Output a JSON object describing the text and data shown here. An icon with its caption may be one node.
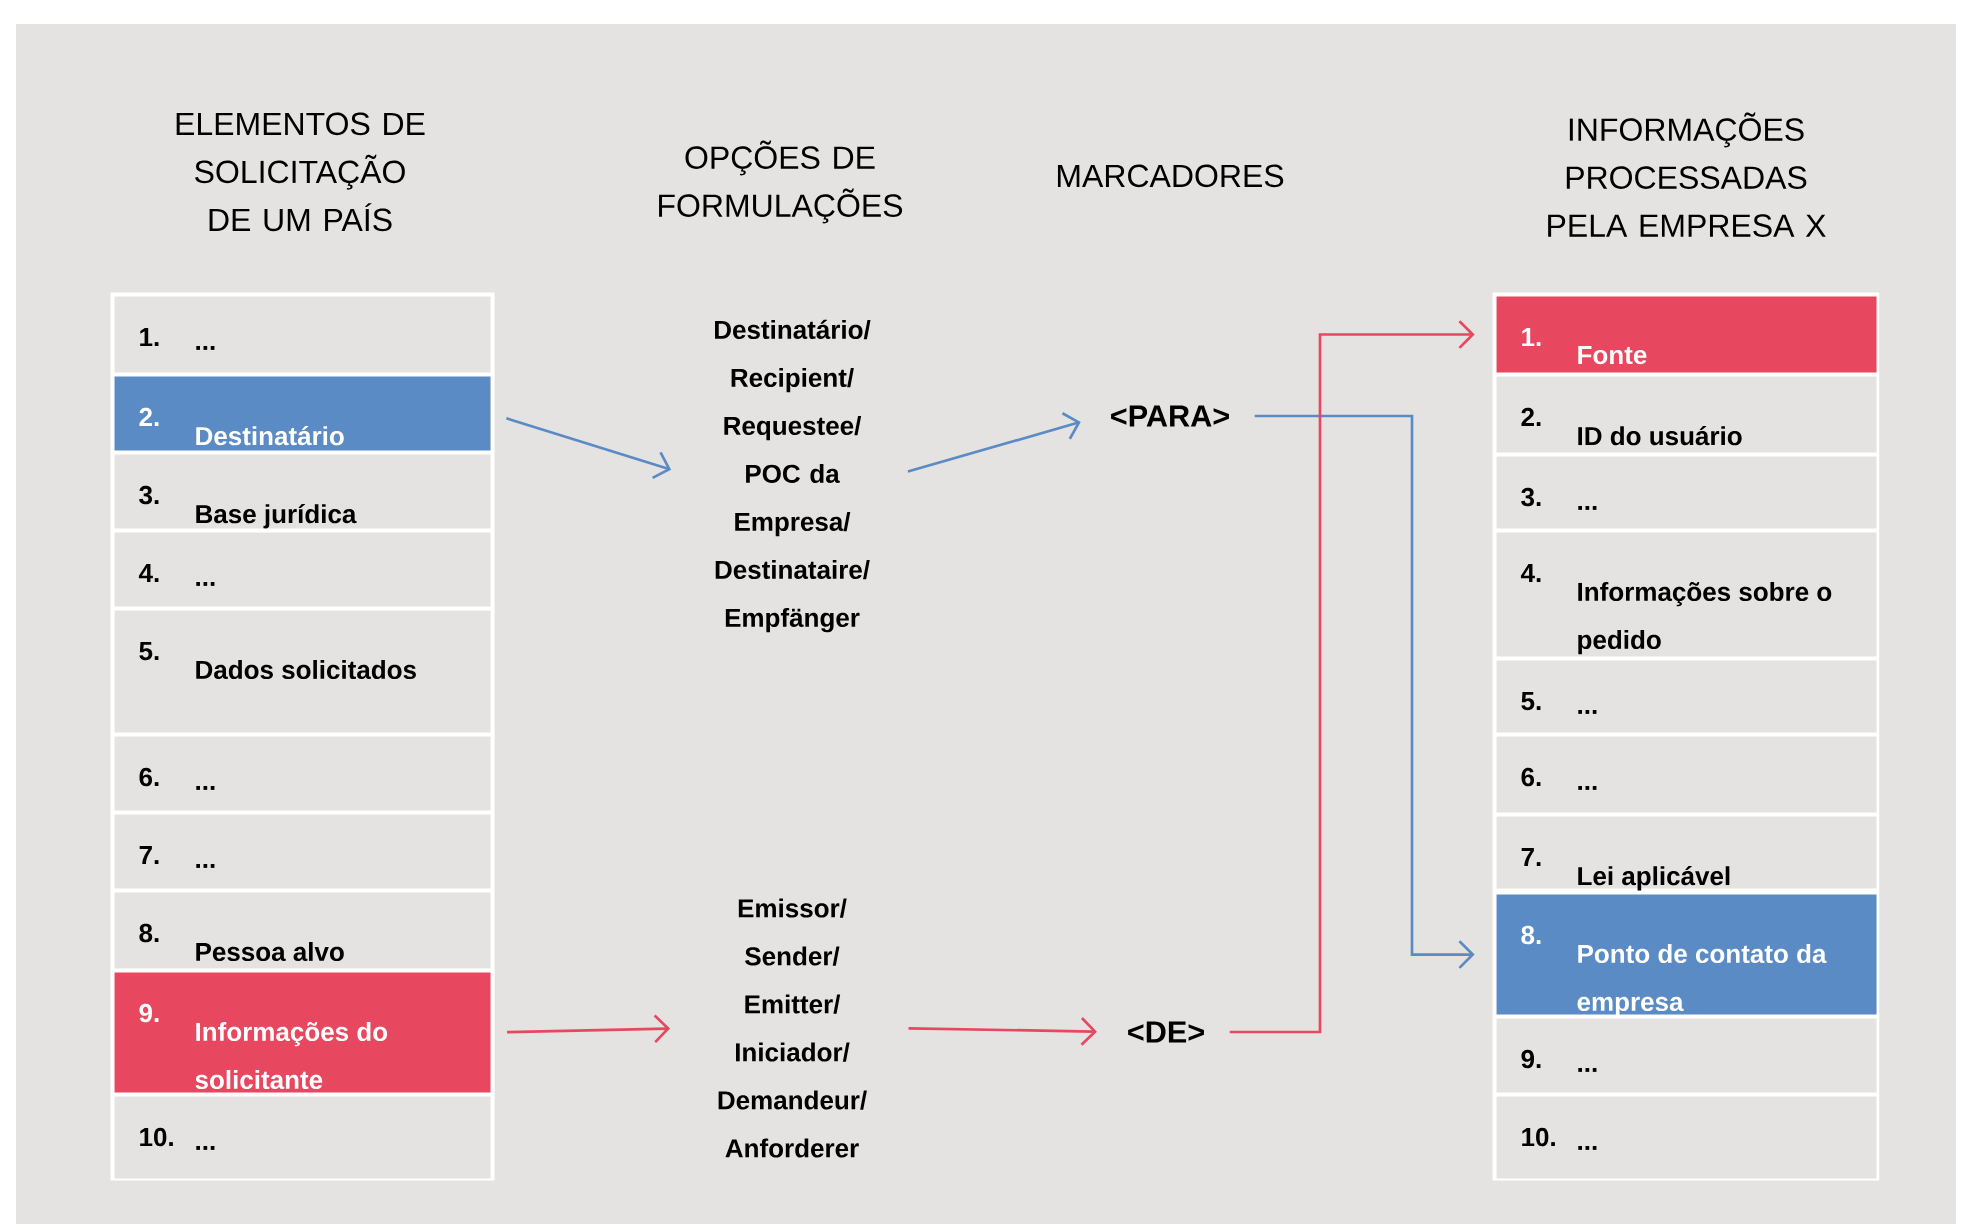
{
  "diagram": {
    "nodes": [
      {
        "text": [
          "ELEMENTOS DE SOLICITAÇÃO DE UM PAÍS"
        ]
      },
      {
        "text": [
          "1.",
          "..."
        ],
        "in": 0
      },
      {
        "text": [
          "2.",
          "Destinatário"
        ],
        "in": 0
      },
      {
        "text": [
          "3.",
          "Base jurídica"
        ],
        "in": 0
      },
      {
        "text": [
          "4.",
          "..."
        ],
        "in": 0
      },
      {
        "text": [
          "5.",
          "Dados solicitados"
        ],
        "in": 0
      },
      {
        "text": [
          "6.",
          "..."
        ],
        "in": 0
      },
      {
        "text": [
          "7.",
          "..."
        ],
        "in": 0
      },
      {
        "text": [
          "8.",
          "Pessoa alvo"
        ],
        "in": 0
      },
      {
        "text": [
          "9.",
          "Informações do solicitante"
        ],
        "in": 0
      },
      {
        "text": [
          "10.",
          "..."
        ],
        "in": 0
      },
      {
        "text": [
          "Destinatário/ Recipient/ Requestee/ POC da Empresa/ Destinataire/ Empfänger"
        ]
      },
      {
        "text": [
          "<PARA>"
        ]
      },
      {
        "text": [
          "Emissor/ Sender/ Emitter/ Iniciador/ Demandeur/ Anforderer"
        ]
      },
      {
        "text": [
          "<DE>"
        ]
      },
      {
        "text": [
          "INFORMAÇÕES PROCESSADAS PELA EMPRESA X"
        ]
      },
      {
        "text": [
          "1.",
          "Fonte"
        ],
        "in": 15
      },
      {
        "text": [
          "2.",
          "ID do usuário"
        ],
        "in": 15
      },
      {
        "text": [
          "3.",
          "..."
        ],
        "in": 15
      },
      {
        "text": [
          "4.",
          "Informações sobre o pedido"
        ],
        "in": 15
      },
      {
        "text": [
          "5.",
          "..."
        ],
        "in": 15
      },
      {
        "text": [
          "6.",
          "..."
        ],
        "in": 15
      },
      {
        "text": [
          "7.",
          "Lei aplicável"
        ],
        "in": 15
      },
      {
        "text": [
          "8.",
          "Ponto de contato da empresa"
        ],
        "in": 15
      },
      {
        "text": [
          "9.",
          "..."
        ],
        "in": 15
      },
      {
        "text": [
          "10.",
          "..."
        ],
        "in": 15
      }
    ],
    "edges": [
      {
        "from": 2,
        "to": 11,
        "arrow": "to",
        "color": "#5b8bc4"
      },
      {
        "from": 11,
        "to": 12,
        "arrow": "to",
        "color": "#5b8bc4"
      },
      {
        "from": 12,
        "to": 23,
        "arrow": "to",
        "color": "#5b8bc4"
      },
      {
        "from": 9,
        "to": 13,
        "arrow": "to",
        "color": "#e8485f"
      },
      {
        "from": 13,
        "to": 14,
        "arrow": "to",
        "color": "#e8485f"
      },
      {
        "from": 14,
        "to": 16,
        "arrow": "to",
        "color": "#e8485f"
      }
    ],
    "labels": [
      "OPÇÕES DE FORMULAÇÕES",
      "MARCADORES"
    ]
  }
}
